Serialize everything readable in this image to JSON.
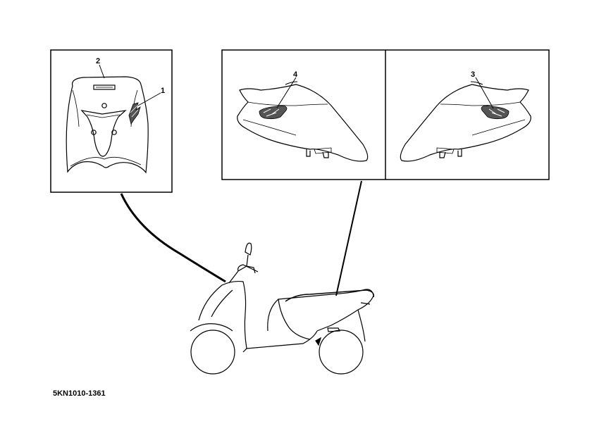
{
  "callouts": {
    "front_decal": "1",
    "front_emblem": "2",
    "right_side_decal": "3",
    "left_side_decal": "4"
  },
  "figure_code": "5KN1010-1361",
  "colors": {
    "line": "#000000",
    "background": "#ffffff",
    "fill_gray": "#555555"
  }
}
